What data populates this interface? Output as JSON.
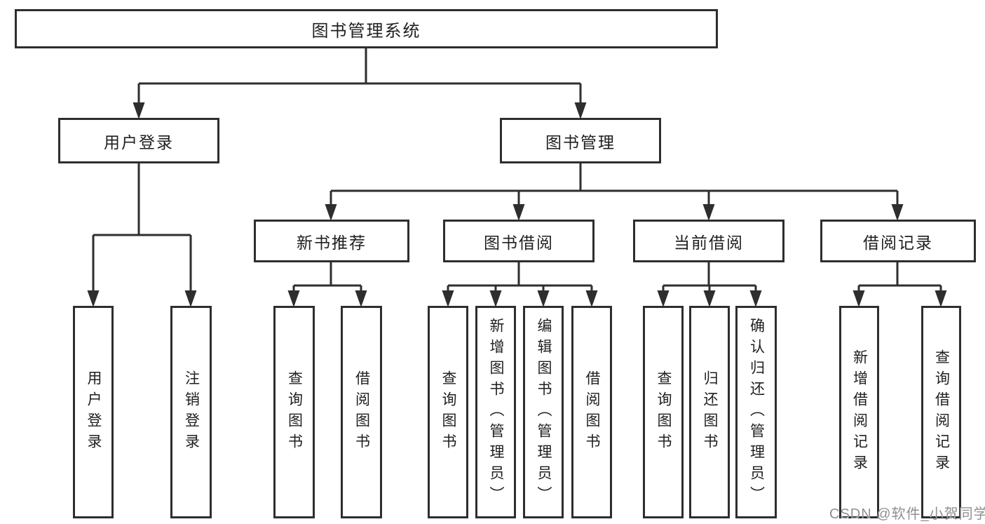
{
  "tree": {
    "label": "图书管理系统",
    "children": [
      {
        "label": "用户登录",
        "children": [
          {
            "label": "用户登录"
          },
          {
            "label": "注销登录"
          }
        ]
      },
      {
        "label": "图书管理",
        "children": [
          {
            "label": "新书推荐",
            "children": [
              {
                "label": "查询图书"
              },
              {
                "label": "借阅图书"
              }
            ]
          },
          {
            "label": "图书借阅",
            "children": [
              {
                "label": "查询图书"
              },
              {
                "label": "新增图书（管理员）"
              },
              {
                "label": "编辑图书（管理员）"
              },
              {
                "label": "借阅图书"
              }
            ]
          },
          {
            "label": "当前借阅",
            "children": [
              {
                "label": "查询图书"
              },
              {
                "label": "归还图书"
              },
              {
                "label": "确认归还（管理员）"
              }
            ]
          },
          {
            "label": "借阅记录",
            "children": [
              {
                "label": "新增借阅记录"
              },
              {
                "label": "查询借阅记录"
              }
            ]
          }
        ]
      }
    ]
  },
  "watermark": {
    "text": "CSDN @软件_小贺同学"
  },
  "colors": {
    "line": "#2e2e2e",
    "box_border": "#2e2e2e",
    "box_fill": "#ffffff",
    "text": "#1f1f1f",
    "watermark_text": "#8f8f8f"
  }
}
